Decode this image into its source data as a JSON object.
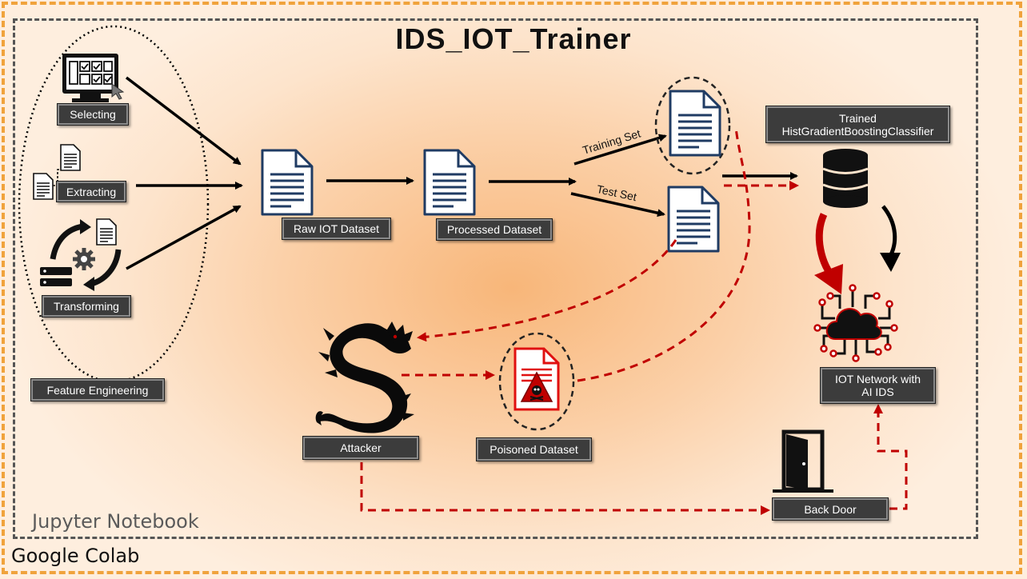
{
  "title": "IDS_IOT_Trainer",
  "environments": {
    "inner": "Jupyter Notebook",
    "outer": "Google Colab"
  },
  "labels": {
    "selecting": "Selecting",
    "extracting": "Extracting",
    "transforming": "Transforming",
    "feature_engineering": "Feature Engineering",
    "raw_dataset": "Raw IOT Dataset",
    "processed_dataset": "Processed Dataset",
    "training_set": "Training Set",
    "test_set": "Test Set",
    "model_line1": "Trained",
    "model_line2": "HistGradientBoostingClassifier",
    "iot_line1": "IOT Network with",
    "iot_line2": "AI IDS",
    "attacker": "Attacker",
    "poisoned_dataset": "Poisoned Dataset",
    "back_door": "Back Door"
  },
  "colors": {
    "normal_flow": "#000000",
    "attack_flow": "#c00000",
    "label_bg": "#3c3c3c",
    "outer_border": "#f0a33c"
  },
  "icons": [
    "monitor-checklist-icon",
    "documents-icon",
    "transform-gear-icon",
    "document-icon",
    "database-icon",
    "cloud-network-icon",
    "dragon-icon",
    "poison-document-icon",
    "door-icon"
  ]
}
